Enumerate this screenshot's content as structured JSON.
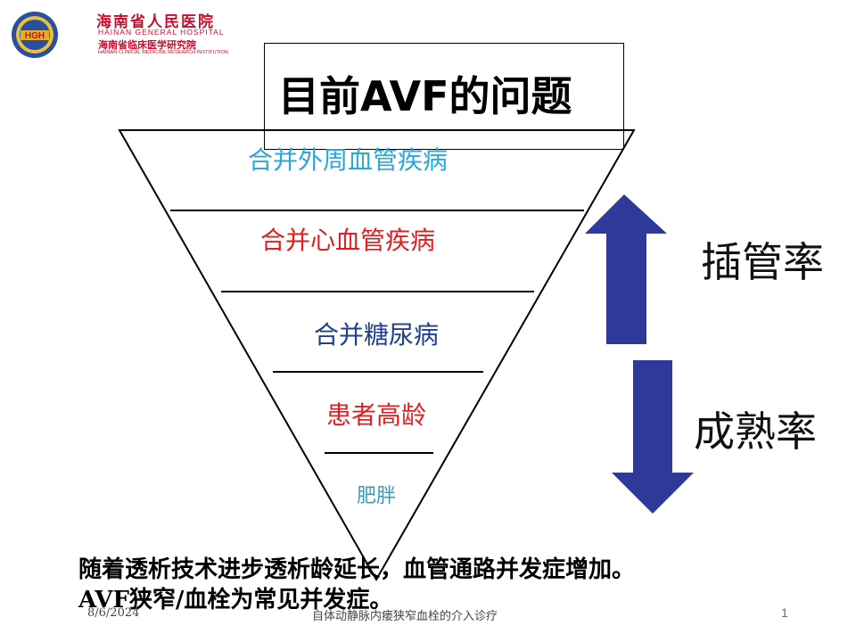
{
  "header": {
    "hospital_cn": "海南省人民医院",
    "hospital_en": "HAINAN GENERAL HOSPITAL",
    "institute_cn": "海南省临床医学研究院",
    "institute_en": "HAINAN CLINICAL MEDICINE RESEARCH INSTITUTION",
    "emblem_text": "HGH",
    "colors": {
      "brand_red": "#c8102e",
      "emblem_blue": "#2b4fa0",
      "emblem_gold": "#e0b020"
    }
  },
  "title": "目前AVF的问题",
  "pyramid": {
    "tiers": [
      {
        "label": "合并外周血管疾病",
        "color": "#2aa8d8"
      },
      {
        "label": "合并心血管疾病",
        "color": "#e02020"
      },
      {
        "label": "合并糖尿病",
        "color": "#1f3f8f"
      },
      {
        "label": "患者高龄",
        "color": "#e02020"
      },
      {
        "label": "肥胖",
        "color": "#3a9ab8"
      }
    ]
  },
  "arrows": {
    "up_label": "插管率",
    "down_label": "成熟率",
    "color": "#2e3a9a"
  },
  "body": {
    "line1": "随着透析技术进步透析龄延长，血管通路并发症增加。",
    "line2": "AVF狭窄/血栓为常见并发症。"
  },
  "footer": {
    "date": "8/6/2024",
    "title": "自体动静脉内瘘狭窄血栓的介入诊疗",
    "page": "1"
  }
}
